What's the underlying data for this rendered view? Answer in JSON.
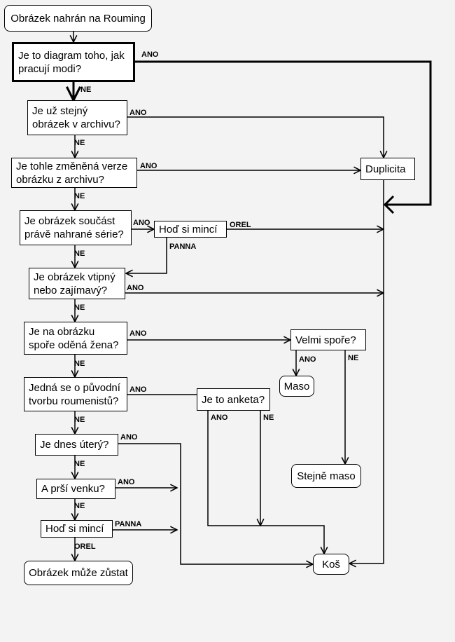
{
  "nodes": {
    "start": "Obrázek nahrán na Rouming",
    "q_mods": "Je to diagram toho, jak pracují modi?",
    "q_same": "Je už stejný obrázek v archivu?",
    "q_modified": "Je tohle změněná verze obrázku z archivu?",
    "q_series": "Je obrázek součást právě nahrané série?",
    "coin1": "Hoď si mincí",
    "q_funny": "Je obrázek vtipný nebo zajímavý?",
    "q_woman": "Je na obrázku spoře oděná žena?",
    "q_very": "Velmi spoře?",
    "maso": "Maso",
    "q_original": "Jedná se o původní tvorbu roumenistů?",
    "q_poll": "Je to anketa?",
    "q_tuesday": "Je dnes úterý?",
    "q_rain": "A prší venku?",
    "coin2": "Hoď si mincí",
    "stays": "Obrázek může zůstat",
    "duplicate": "Duplicita",
    "same_meat": "Stejně maso",
    "trash": "Koš"
  },
  "labels": {
    "yes": "ANO",
    "no": "NE",
    "heads": "OREL",
    "tails": "PANNA"
  }
}
